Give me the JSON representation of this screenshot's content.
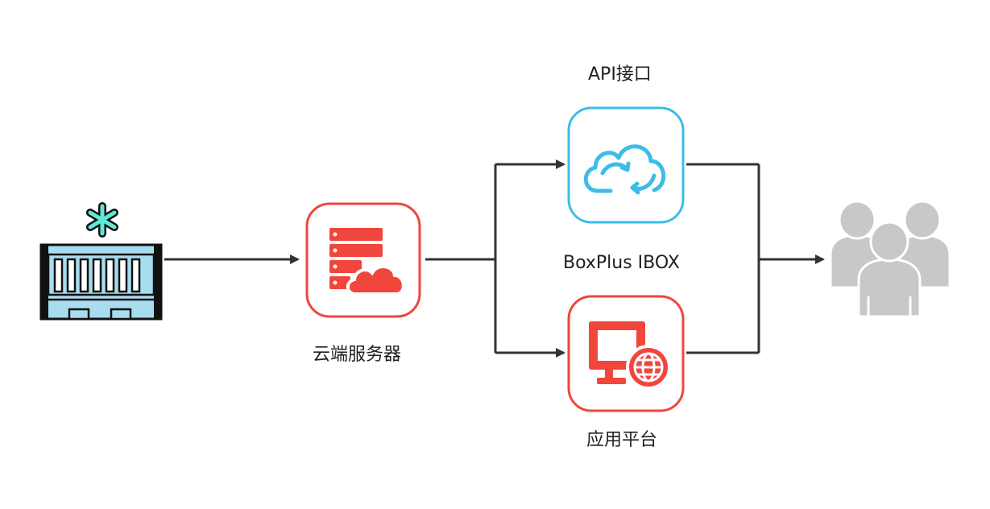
{
  "labels": {
    "api": "API接口",
    "server": "云端服务器",
    "boxplus": "BoxPlus IBOX",
    "app_platform": "应用平台"
  },
  "nodes": [
    {
      "id": "cold-container",
      "icon": "refrigerated-container-icon"
    },
    {
      "id": "cloud-server",
      "icon": "server-cloud-icon",
      "label_key": "server"
    },
    {
      "id": "api",
      "icon": "cloud-sync-icon",
      "label_key": "api"
    },
    {
      "id": "app-platform",
      "icon": "monitor-globe-icon",
      "label_key": "app_platform"
    },
    {
      "id": "users",
      "icon": "user-group-icon"
    }
  ],
  "edges": [
    {
      "from": "cold-container",
      "to": "cloud-server"
    },
    {
      "from": "cloud-server",
      "to": "api"
    },
    {
      "from": "cloud-server",
      "to": "app-platform"
    },
    {
      "from": "api",
      "to": "users"
    },
    {
      "from": "app-platform",
      "to": "users"
    }
  ],
  "colors": {
    "red": "#f0463c",
    "blue": "#3cbde8",
    "teal": "#5fe8d5",
    "container_fill": "#a8dcef",
    "gray": "#c8c8c8",
    "line": "#333333"
  }
}
